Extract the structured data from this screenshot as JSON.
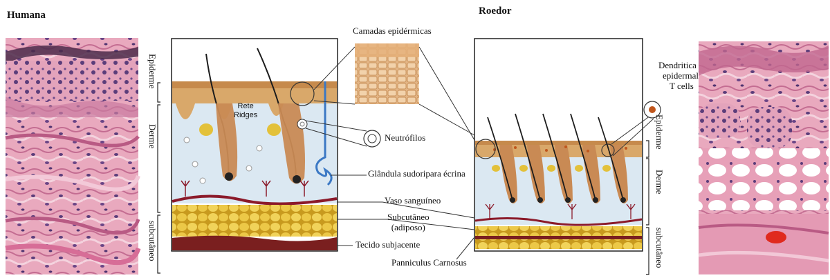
{
  "titles": {
    "human": "Humana",
    "rodent": "Roedor"
  },
  "center_labels": {
    "epidermal_layers": "Camadas epidérmicas",
    "rete_line1": "Rete",
    "rete_line2": "Ridges",
    "neutrophils": "Neutrófilos",
    "sweat_gland": "Glândula sudoripara écrina",
    "blood_vessel": "Vaso sanguíneo",
    "subcutaneous_line1": "Subcutâneo",
    "subcutaneous_line2": "(adiposo)",
    "underlying_tissue": "Tecido subjacente",
    "panniculus": "Panniculus Carnosus",
    "dendritic_line1": "Dendritica",
    "dendritic_line2": "epidermal",
    "dendritic_line3": "T cells"
  },
  "side_labels_human": {
    "epidermis": "Epiderme",
    "dermis": "Derme",
    "subcutaneous": "subcutâneo"
  },
  "side_labels_rodent": {
    "epidermis": "Epiderme",
    "dermis": "Derme",
    "subcutaneous": "subcutâneo"
  },
  "colors": {
    "histology_pink": "#e7a0b8",
    "nuclei_purple": "#5b3d7a",
    "epidermis_tan": "#d9a86a",
    "dermis_blue": "#dbe8f2",
    "fat_yellow": "#e6c43b",
    "muscle_maroon": "#7a1f1f",
    "vessel_red": "#8b1a2a",
    "sweat_blue": "#3b78c4"
  }
}
